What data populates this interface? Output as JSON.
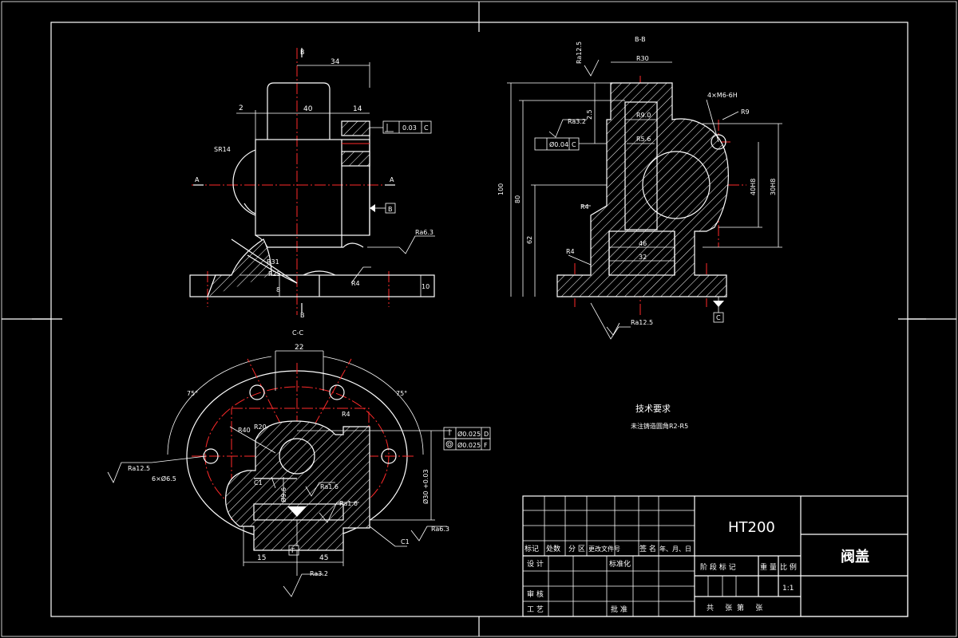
{
  "views": {
    "top_section_arrow": "B",
    "bottom_section_arrow": "B",
    "section_b_title": "B-B",
    "section_c_title": "C-C",
    "cut_a_left": "A",
    "cut_a_right": "A"
  },
  "left_view": {
    "dim_34": "34",
    "dim_40": "40",
    "dim_14": "14",
    "dim_2": "2",
    "dim_sr14": "SR14",
    "dim_r31": "R31",
    "dim_r25": "R25",
    "dim_r4": "R4",
    "dim_10": "10",
    "dim_8": "8",
    "tol_flat": "0.03",
    "tol_datum": "C",
    "datum_b": "B",
    "rough_r3": "Ra6.3"
  },
  "right_view": {
    "dim_r30": "R30",
    "dim_r9": "R9.0",
    "dim_r5": "R5.6",
    "dim_4xm6": "4×M6-6H",
    "dim_r9b": "R9",
    "dim_100": "100",
    "dim_80": "80",
    "dim_62": "62",
    "dim_46": "46",
    "dim_32": "32",
    "dim_r4a": "R4",
    "dim_r4b": "R4",
    "dim_40h8": "40H8",
    "dim_30h8": "30H8",
    "dim_25": "2.5",
    "rough_top": "Ra12.5",
    "rough_mid": "Ra3.2",
    "rough_bot": "Ra12.5",
    "tol_perp": "Ø0.04",
    "tol_datum": "C",
    "datum_c": "C"
  },
  "bottom_view": {
    "dim_22": "22",
    "ang_75a": "75°",
    "ang_75b": "75°",
    "dim_r40": "R40",
    "dim_r20": "R20",
    "dim_r4": "R4",
    "dim_6x": "6×Ø6.5",
    "rough_left": "Ra12.5",
    "dim_c1a": "C1",
    "dim_c1b": "C1",
    "dim_phi": "Ø9.6",
    "rough_16a": "Ra1.6",
    "rough_16b": "Ra1.6",
    "rough_63": "Ra6.3",
    "rough_32": "Ra3.2",
    "dim_15": "15",
    "dim_45": "45",
    "dim_v": "Ø30 +0.03",
    "datum_f": "F",
    "tol1": "Ø0.025",
    "tol1_d": "D",
    "tol2": "Ø0.025",
    "tol2_d": "F"
  },
  "notes": {
    "title": "技术要求",
    "line1": "未注铸造圆角R2-R5"
  },
  "title_block": {
    "material": "HT200",
    "part_name": "阀盖",
    "h_mark": "标记",
    "h_count": "处数",
    "h_zone": "分 区",
    "h_doc": "更改文件号",
    "h_sign": "签 名",
    "h_date": "年、月、日",
    "design": "设 计",
    "standard": "标准化",
    "review": "审 核",
    "process": "工 艺",
    "approve": "批 准",
    "stage": "阶 段 标 记",
    "weight": "重 量",
    "scale_label": "比 例",
    "scale": "1:1",
    "sheets": "共     张  第     张"
  }
}
